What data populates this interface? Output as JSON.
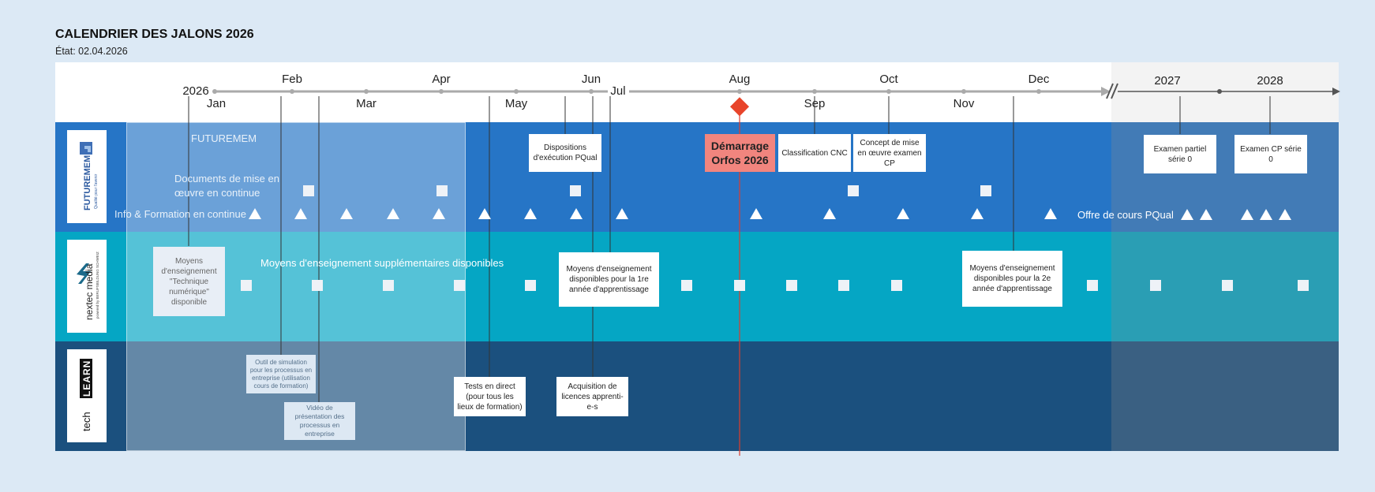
{
  "header": {
    "title": "CALENDRIER DES JALONS 2026",
    "status": "État: 02.04.2026"
  },
  "timeline": {
    "year_label": "2026",
    "months_top": [
      "Feb",
      "Apr",
      "Jun",
      "Aug",
      "Oct",
      "Dec"
    ],
    "months_bottom": [
      "Jan",
      "Mar",
      "May",
      "Jul",
      "Sep",
      "Nov"
    ],
    "future_years": [
      "2027",
      "2028"
    ]
  },
  "colors": {
    "futuremem_lane": "#2675c6",
    "nextec_lane": "#05a6c4",
    "techlearn_lane": "#1b507e",
    "highlight": "#f1857e",
    "milestone_diamond": "#e8442a"
  },
  "logos": {
    "futuremem": {
      "name": "FUTUREMEM",
      "tagline": "Qualité pour l'avenir",
      "icon": "futuremem-logo-icon"
    },
    "nextec": {
      "name": "nextec media",
      "tagline": "powered by BERUFSBILDUNG SCHWEIZ",
      "icon": "nextec-logo-icon"
    },
    "techlearn": {
      "name": "techLEARN",
      "icon": "techlearn-logo-icon"
    }
  },
  "lane_futuremem": {
    "label": "FUTUREMEM",
    "docs_label": "Documents de mise en œuvre en continue",
    "info_label": "Info & Formation en continue",
    "courses_label": "Offre de cours PQual",
    "boxes": {
      "pqual": "Dispositions d'exécution PQual",
      "start": "Démarrage Orfos 2026",
      "cnc": "Classification CNC",
      "concept": "Concept de mise en œuvre examen CP",
      "partial": "Examen partiel série 0",
      "cp": "Examen CP série 0"
    }
  },
  "lane_nextec": {
    "supplementary_label": "Moyens d'enseignement supplémentaires disponibles",
    "boxes": {
      "technique": "Moyens d'enseignement \"Technique numérique\" disponible",
      "year1": "Moyens d'enseignement disponibles pour la 1re année d'apprentissage",
      "year2": "Moyens d'enseignement disponibles pour la 2e année d'apprentissage"
    }
  },
  "lane_techlearn": {
    "boxes": {
      "simulation": "Outil de simulation pour les processus en entreprise (utilisation cours de formation)",
      "video": "Vidéo de présentation des processus en entreprise",
      "tests": "Tests en direct (pour tous les lieux de formation)",
      "licences": "Acquisition de licences apprenti-e-s"
    }
  }
}
